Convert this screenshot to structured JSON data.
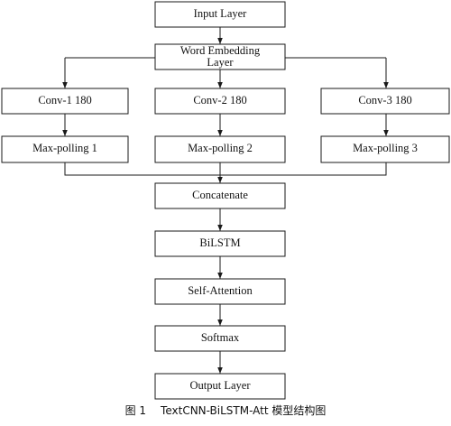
{
  "nodes": {
    "input": "Input Layer",
    "embedding_line1": "Word Embedding",
    "embedding_line2": "Layer",
    "conv1": "Conv-1 180",
    "conv2": "Conv-2 180",
    "conv3": "Conv-3 180",
    "pool1": "Max-polling 1",
    "pool2": "Max-polling 2",
    "pool3": "Max-polling 3",
    "concat": "Concatenate",
    "bilstm": "BiLSTM",
    "attention": "Self-Attention",
    "softmax": "Softmax",
    "output": "Output Layer"
  },
  "caption": {
    "figure_number": "图 1",
    "title": "TextCNN-BiLSTM-Att 模型结构图"
  }
}
